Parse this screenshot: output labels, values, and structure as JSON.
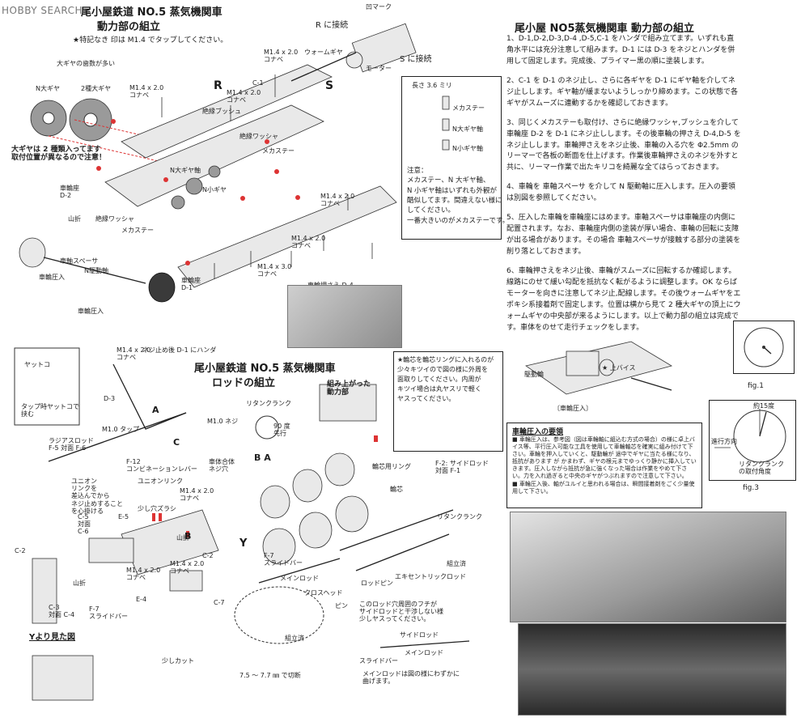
{
  "logo": {
    "brand": "HOBBY SEARCH",
    "icon": "watermark-logo"
  },
  "power": {
    "title_line1": "尾小屋鉄道 NO.5 蒸気機関車",
    "title_line2": "動力部の組立",
    "note": "★特記なき  印は M1.4 でタップしてください。",
    "labels": {
      "big_gear_teeth": "大ギヤの歯数が多い",
      "n_gear": "N大ギヤ",
      "gear2": "2種大ギヤ",
      "two_types": "大ギヤは 2 種類入ってます\n取付位置が異なるので注意！",
      "wheel_seat_d2": "車輪座\nD-2",
      "valley": "山折",
      "insul_washer": "絶縁ワッシャ",
      "mecha_stay": "メカステー",
      "m14_20_a": "M1.4 x 2.0\nコナベ",
      "m14_20_b": "M1.4 x 2.0\nコナベ",
      "m14_20_c": "M1.4 x 2.0\nコナベ",
      "m14_20_d": "M1.4 x 2.0\nコナベ",
      "m14_20_e": "M1.4 x 2.0\nコナベ",
      "m14_30": "M1.4 x 3.0\nコナベ",
      "c1": "C-1",
      "insul_bush": "絶縁ブッシュ",
      "insul_washer2": "絶縁ワッシャ",
      "mecha_stay2": "メカステー",
      "n_gear_shaft": "N大ギヤ軸",
      "n_small_gear": "N小ギヤ",
      "wheel_spacer": "車軸スペーサ",
      "n_drive_shaft": "N駆動軸",
      "wheel_press": "車輪圧入",
      "wheel_seat_d1": "車輪座\nD-1",
      "wheel_press2": "車輪圧入",
      "axle_holder": "車輪押さえ D-4\n対面 D-5",
      "worm": "ウォームギヤ",
      "motor": "モーター",
      "r_conn": "R に接続",
      "s_conn": "S に接続",
      "concave_mark": "凹マーク",
      "r": "R",
      "s": "S",
      "caution_len": "長さ 3.6 ミリ",
      "caution_mecha": "メカステー",
      "caution_ngear": "N大ギヤ軸",
      "caution_nsmall": "N小ギヤ軸",
      "caution_text": "注意：\nメカステー、N 大ギヤ軸、\nN 小ギヤ軸はいずれも外観が\n酷似してます。間違えない様に\nしてください。\n一番大きいのがメカステーです。"
    }
  },
  "rod": {
    "title_line1": "尾小屋鉄道 NO.5 蒸気機関車",
    "title_line2": "ロッドの組立",
    "labels": {
      "solder_d1": "ネジ止め後 D-1 にハンダ",
      "m14_20a": "M1.4 x 2.0\nコナベ",
      "yattoko": "ヤットコ",
      "tab_clamp": "タップ時ヤットコで\n挟む",
      "d3": "D-3",
      "m10_tap": "M1.0 タップ",
      "m10_screw": "M1.0 ネジ",
      "radius_rod": "ラジアスロッド\nF-5 対面 F-6",
      "a1": "A",
      "c1": "C",
      "f12": "F-12\nコンビネーションレバー",
      "union_link": "ユニオンリンク",
      "union_note": "ユニオン\nリンクを\n差込んでから\nネジ止めすること\nを心掛ける",
      "chassis_screw": "車体合体\nネジ穴",
      "m14_20b": "M1.4 x 2.0\nコナベ",
      "small_cut": "少し穴ズラシ",
      "c5": "C-5\n対面\nC-6",
      "e5": "E-5",
      "b": "B",
      "c2": "C-2",
      "c2b": "C-2",
      "c7": "C-7",
      "c3": "C-3\n対面 C-4",
      "f7": "F-7\nスライドバー",
      "e4": "E-4",
      "m14_20c": "M1.4 x 2.0\nコナベ",
      "m14_20d": "M1.4 x 2.0\nコナベ",
      "valley1": "山折",
      "valley2": "山折",
      "y_view": "Yより見た図",
      "y": "Y",
      "cut_small": "少しカット",
      "return_crank": "リタンクランク",
      "deg90": "90 度\n先行",
      "assembled": "組み上がった\n動力部",
      "ba": "B A",
      "wheel_core_ring": "輪芯用リング",
      "wheel_core": "輪芯",
      "f2": "F-2: サイドロッド\n対面 F-1",
      "return_crank2": "リタンクランク",
      "assembled2": "組立済",
      "f7b": "F-7\nスライドバー",
      "main_rod": "メインロッド",
      "crosshead": "クロスヘッド",
      "pin": "ピン",
      "rod_pin": "ロッドピン",
      "eccentric": "エキセントリックロッド",
      "rod_note": "このロッド穴周囲のフチが\nサイドロッドと干渉しない様\n少しヤスってください。",
      "assembled3": "組立済",
      "cut_len": "7.5 ～ 7.7 ㎜ で切断",
      "side_rod": "サイドロッド",
      "main_rod2": "メインロッド",
      "slide_bar": "スライドバー",
      "bend_note": "メインロッドは図の様にわずかに\n曲げます。",
      "ring_note": "★輪芯を輪芯リングに入れるのが\n少々キツイので図の様に外周を\n面取りしてください。内周が\nキツイ場合は丸ヤスリで軽く\nヤスってください。"
    }
  },
  "instructions": {
    "title": "尾小屋 NO5蒸気機関車  動力部の組立",
    "steps": [
      "1、D-1,D-2,D-3,D-4 ,D-5,C-1 をハンダで組み立てます。いずれも直角水平には充分注意して組みます。D-1 には D-3 をネジとハンダを併用して固定します。完成後、プライマー黒の順に塗装します。",
      "2、C-1 を D-1 のネジ止し、さらに各ギヤを D-1 にギヤ軸を介してネジ止しします。ギヤ軸が緩まないようしっかり締めます。この状態で各ギヤがスムーズに連動するかを確認しておきます。",
      "3、同じくメカステーも取付け、さらに絶縁ワッシャ,ブッシュを介して車輪座 D-2 を D-1 にネジ止しします。その後車輪の押さえ D-4,D-5 をネジ止しします。車輪押さえをネジ止後、車輪の入る穴を Φ2.5mm のリーマーで各板の断面を仕上げます。作業後車輪押さえのネジを外すと共に、リーマー作業で出たキリコを綺麗な全てはらっておきます。",
      "4、車輪を 車軸スペーサ を介して N 駆動軸に圧入します。圧入の要領は別図を参照してください。",
      "5、圧入した車輪を車輪座にはめます。車軸スペーサは車輪座の内側に配置されます。なお、車輪座内側の塗装が厚い場合、車輪の回転に支障が出る場合があります。その場合 車軸スペーサが接触する部分の塗装を削り落としておきます。",
      "6、車輪押さえをネジ止後、車輪がスムーズに回転するか確認します。線路にのせて緩い勾配を抵抗なく転がるように調整します。OK ならばモーターを向きに注意してネジ止,配線します。その後ウォームギヤをエポキシ系接着剤で固定します。位置は横から見て 2 種大ギヤの頂上にウォームギヤの中央部が来るようにします。以上で動力部の組立は完成です。車体をのせて走行チェックをします。"
    ],
    "vise_label": "〔車輪圧入〕",
    "vise_labels": {
      "drive": "駆動輪",
      "vise": "★ 上バイス"
    },
    "fig1": "fig.1",
    "fig3": "fig.3",
    "fig3_angle": "約15度",
    "fig3_dir": "進行方向",
    "fig3_caption": "リタンクランク\nの取付角度",
    "press_title": "車輪圧入の要領",
    "press_text": "■ 車輪圧入は、参考図（図は車輪軸に組込む方式の場合）の様に卓上バイス等、平行圧入可能な工具を使用して車輪軸芯を確実に組み付けて下さい。車輪を押入していくと、駆動輪が 途中でギヤに当たる様になり、抵抗があります が かまわず、ギヤの根元までゆっくり静かに挿入していきます。圧入しながら抵抗が急に強くなった場合は作業をやめて下さい。力を入れ過ぎると中央のギヤがつぶれますので注意して下さい。\n■ 車輪圧入後、軸がユルイと思われる場合は、瞬間接着剤をごく少量使用して下さい。"
  }
}
